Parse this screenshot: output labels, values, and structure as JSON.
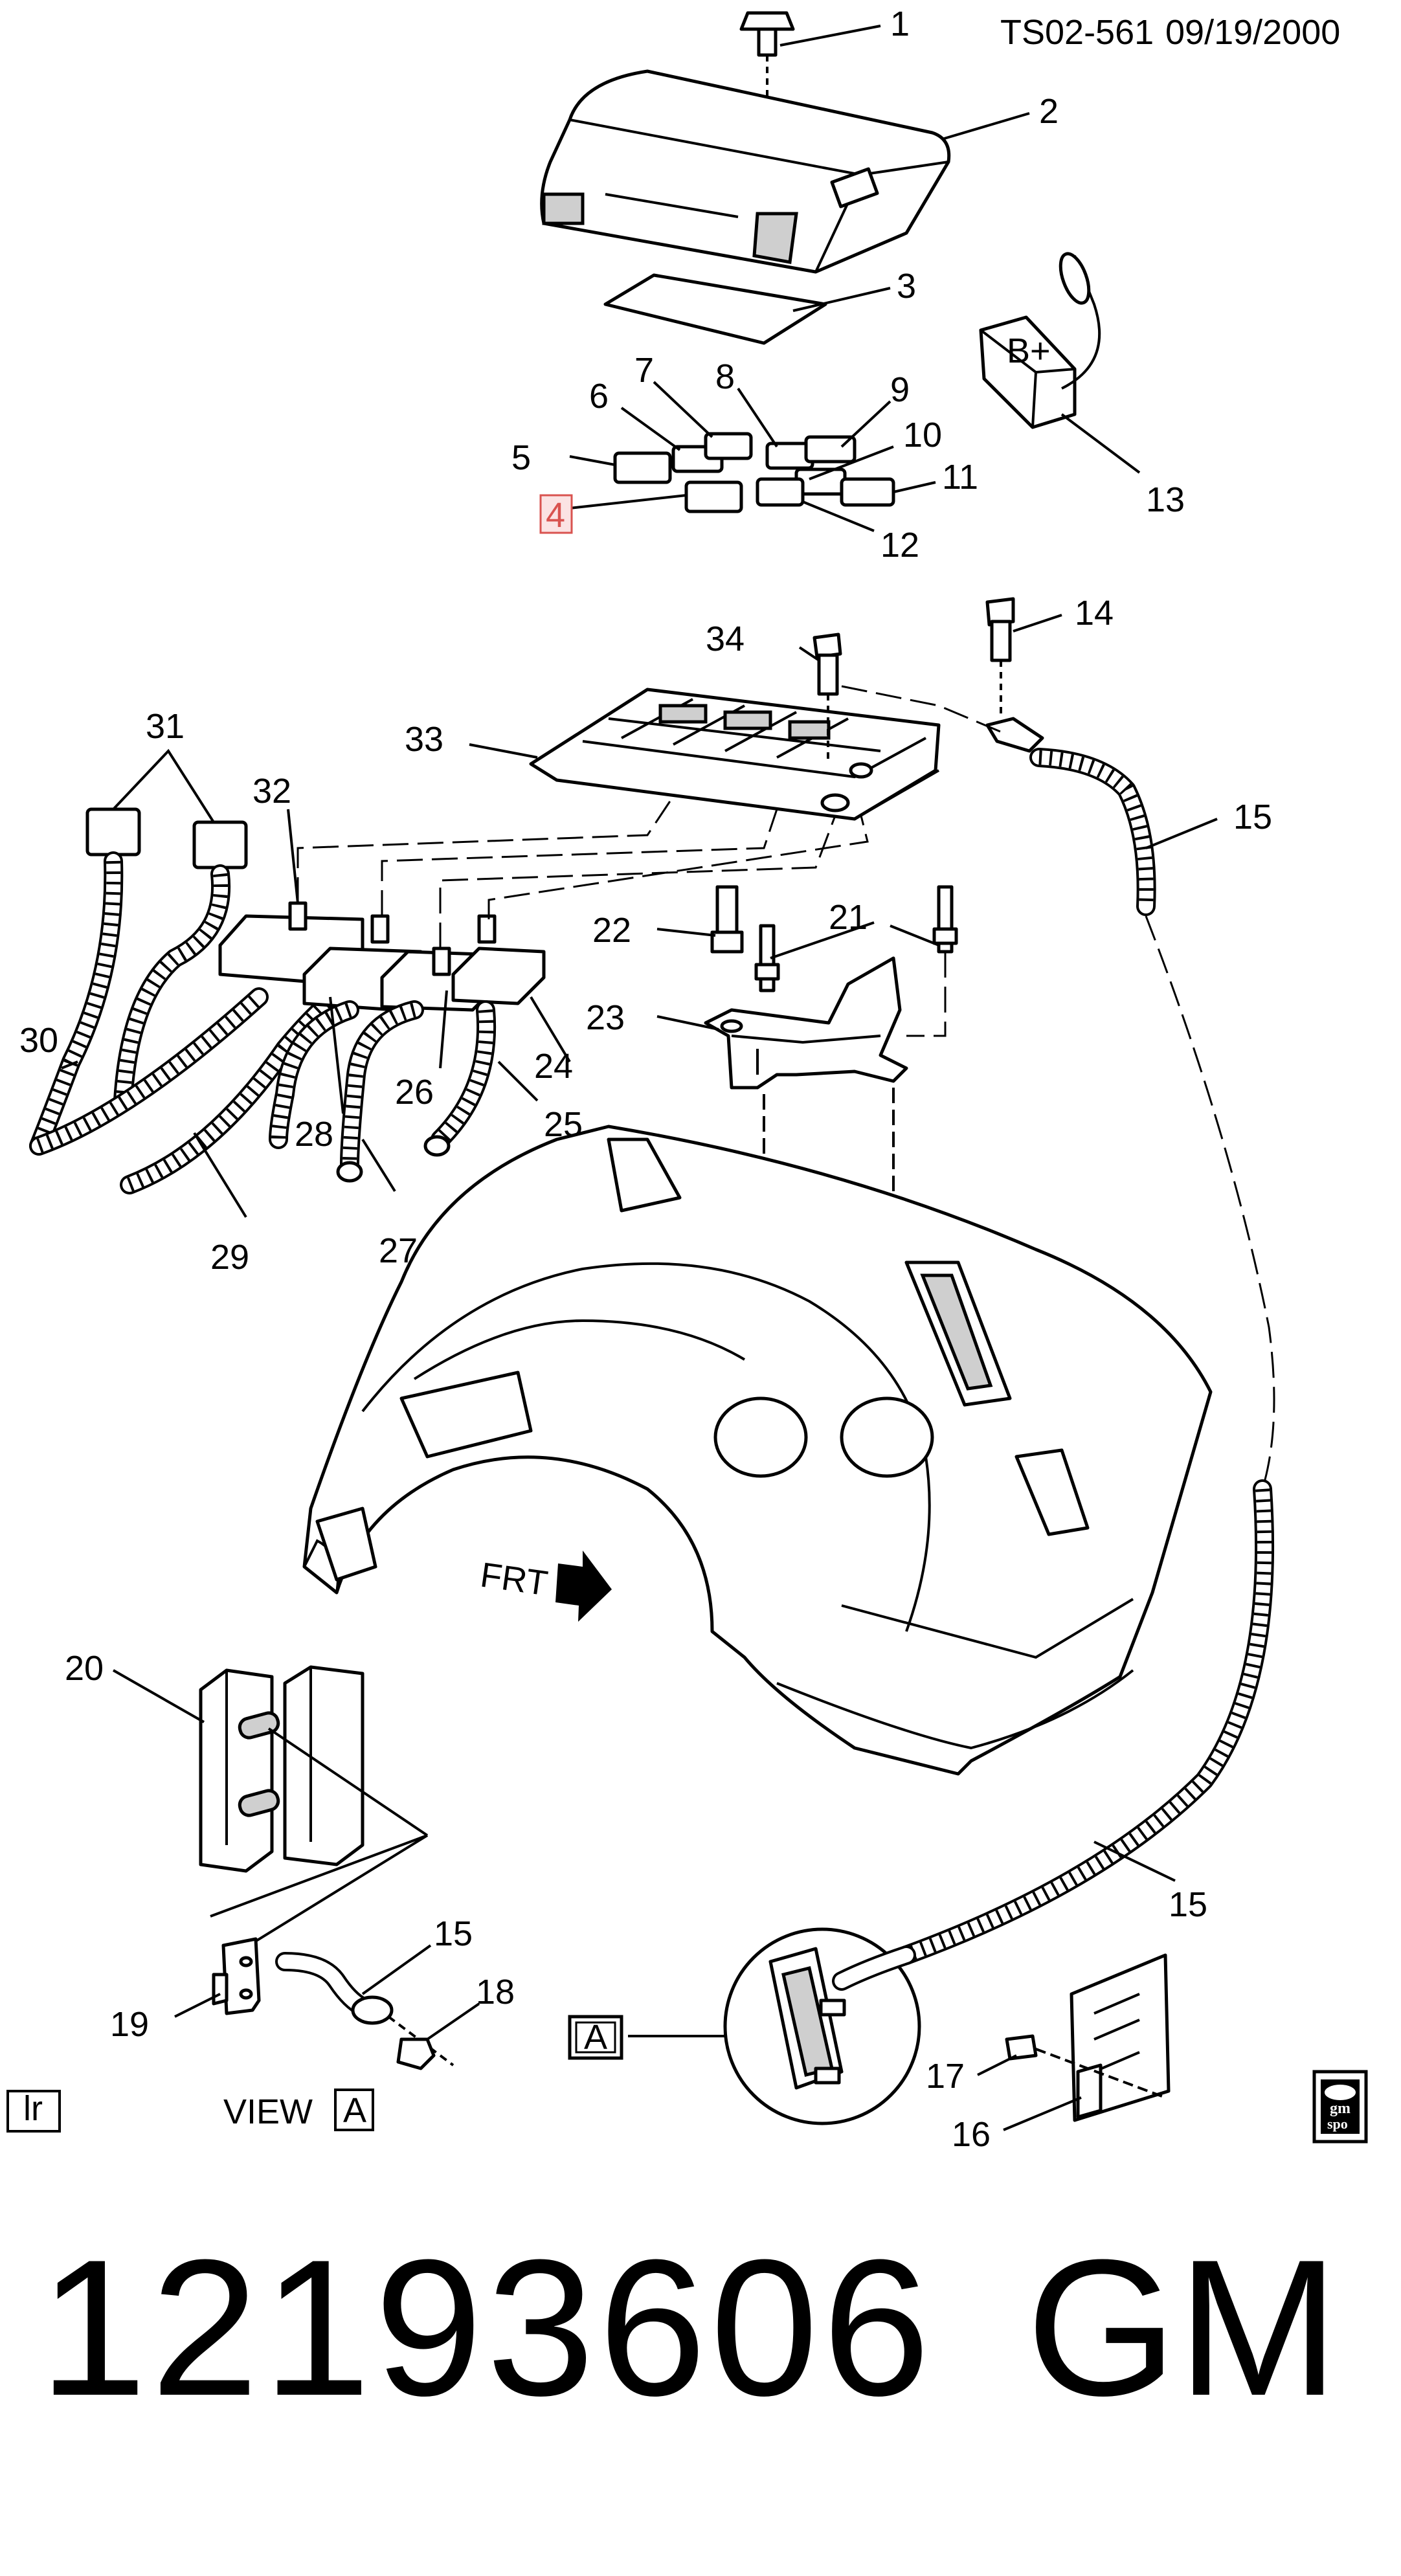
{
  "drawing": {
    "code": "TS02-561",
    "date": "09/19/2000",
    "frt_label": "FRT",
    "view_label": "VIEW",
    "view_id": "A",
    "corner_badge": "lr",
    "logo_text": [
      "gm",
      "spo"
    ]
  },
  "callouts": [
    "1",
    "2",
    "3",
    "4",
    "5",
    "6",
    "7",
    "8",
    "9",
    "10",
    "11",
    "12",
    "13",
    "14",
    "15",
    "15",
    "15",
    "16",
    "17",
    "18",
    "19",
    "20",
    "21",
    "22",
    "23",
    "24",
    "25",
    "26",
    "27",
    "28",
    "29",
    "30",
    "31",
    "32",
    "33",
    "34"
  ],
  "highlight_callout": "4",
  "relay_label": "B+",
  "footer": {
    "part_number": "12193606",
    "brand": "GM"
  },
  "colors": {
    "highlight_border": "#d9534f",
    "highlight_fill": "#fbe3e3",
    "line": "#000000"
  }
}
